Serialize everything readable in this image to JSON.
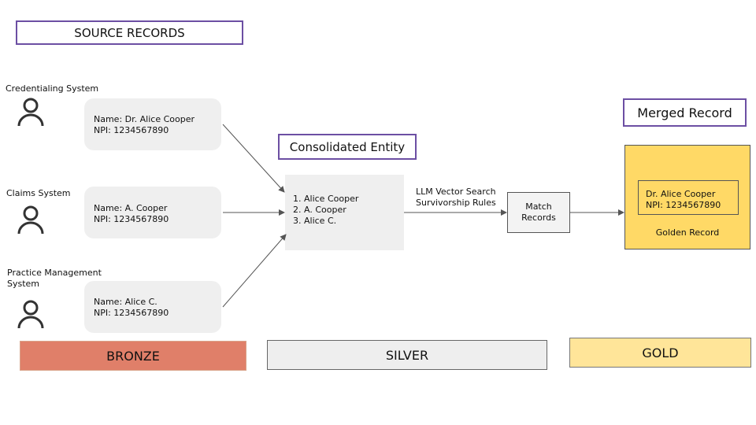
{
  "title": "SOURCE RECORDS",
  "sources": [
    {
      "system": "Credentialing System",
      "name_line": "Name: Dr. Alice Cooper",
      "npi_line": "NPI: 1234567890"
    },
    {
      "system": "Claims System",
      "name_line": "Name: A. Cooper",
      "npi_line": "NPI: 1234567890"
    },
    {
      "system_lines": [
        "Practice Management",
        "System"
      ],
      "name_line": "Name: Alice C.",
      "npi_line": "NPI: 1234567890"
    }
  ],
  "consolidated": {
    "title": "Consolidated Entity",
    "items": [
      "1. Alice Cooper",
      "2. A. Cooper",
      "3. Alice C."
    ]
  },
  "rules": [
    "LLM Vector Search",
    "Survivorship Rules"
  ],
  "match": [
    "Match",
    "Records"
  ],
  "merged": {
    "title": "Merged Record",
    "lines": [
      "Dr. Alice Cooper",
      "NPI: 1234567890"
    ],
    "caption": "Golden Record"
  },
  "tiers": {
    "bronze": "BRONZE",
    "silver": "SILVER",
    "gold": "GOLD"
  },
  "colors": {
    "title_border": "#6c4fa3",
    "bronze": "#e07f69",
    "silver": "#eeeeee",
    "gold": "#ffe599",
    "golden_record": "#ffd966",
    "card": "#efefef"
  }
}
